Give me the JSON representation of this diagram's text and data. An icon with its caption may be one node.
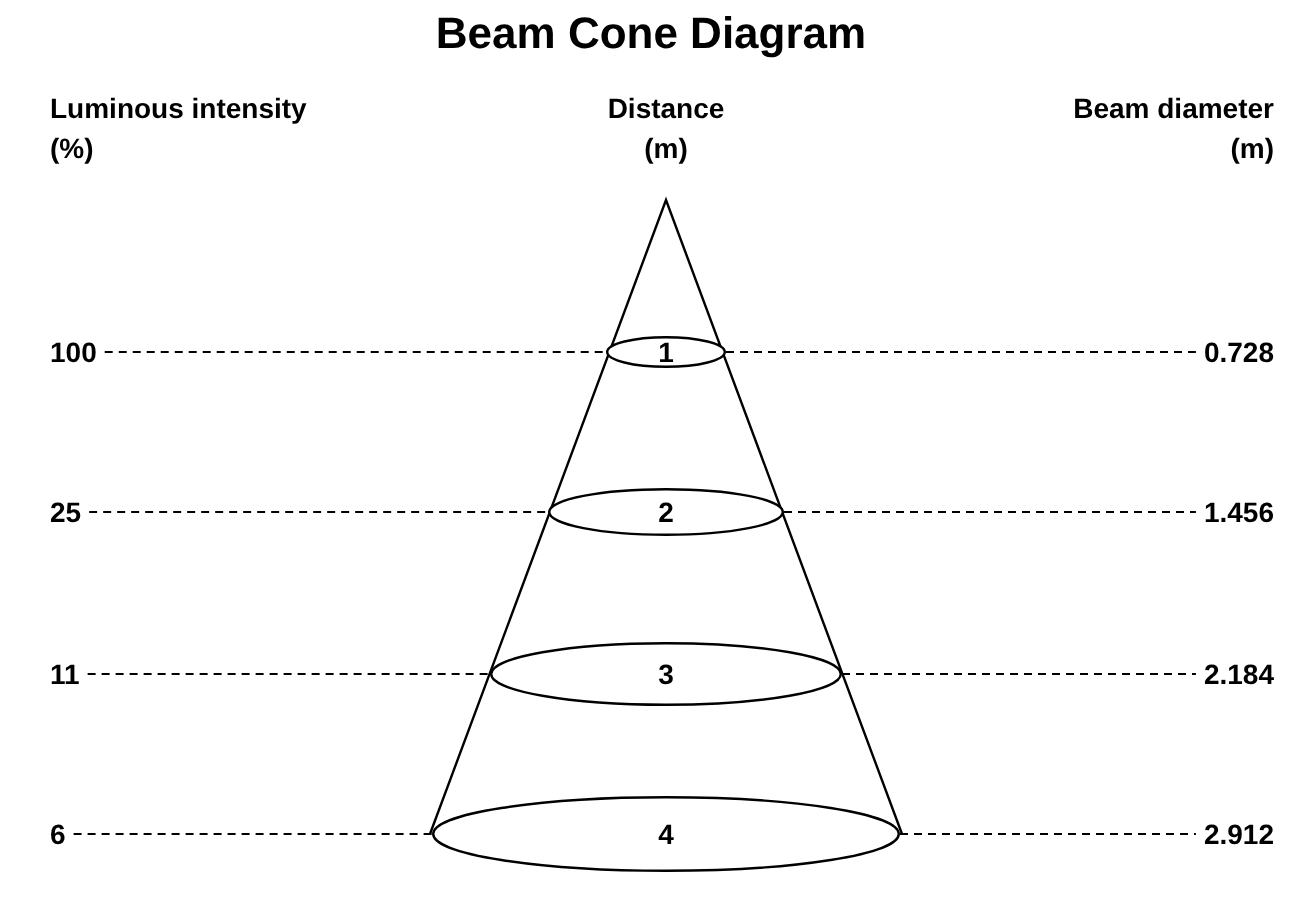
{
  "diagram": {
    "title": "Beam Cone Diagram",
    "nodes": [
      {
        "text": [
          "100"
        ]
      },
      {
        "text": [
          "1"
        ]
      },
      {
        "text": [
          "0.728"
        ]
      },
      {
        "text": [
          "25"
        ]
      },
      {
        "text": [
          "2"
        ]
      },
      {
        "text": [
          "1.456"
        ]
      },
      {
        "text": [
          "11"
        ]
      },
      {
        "text": [
          "3"
        ]
      },
      {
        "text": [
          "2.184"
        ]
      },
      {
        "text": [
          "6"
        ]
      },
      {
        "text": [
          "4"
        ]
      },
      {
        "text": [
          "2.912"
        ]
      }
    ],
    "edges": [
      {
        "from": 0,
        "to": 1,
        "arrow": "none",
        "style": "dashed"
      },
      {
        "from": 1,
        "to": 2,
        "arrow": "none",
        "style": "dashed"
      },
      {
        "from": 3,
        "to": 4,
        "arrow": "none",
        "style": "dashed"
      },
      {
        "from": 4,
        "to": 5,
        "arrow": "none",
        "style": "dashed"
      },
      {
        "from": 6,
        "to": 7,
        "arrow": "none",
        "style": "dashed"
      },
      {
        "from": 7,
        "to": 8,
        "arrow": "none",
        "style": "dashed"
      },
      {
        "from": 9,
        "to": 10,
        "arrow": "none",
        "style": "dashed"
      },
      {
        "from": 10,
        "to": 11,
        "arrow": "none",
        "style": "dashed"
      }
    ],
    "labels": [
      "Luminous intensity (%)",
      "Distance (m)",
      "Beam diameter (m)"
    ]
  }
}
